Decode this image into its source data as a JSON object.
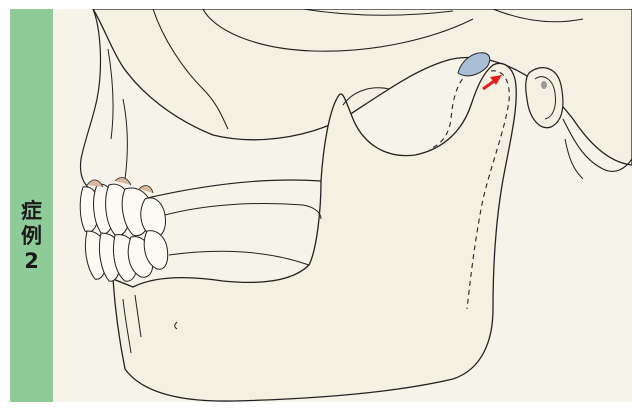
{
  "case_label": {
    "line1": "症",
    "line2": "例",
    "line3": "2"
  },
  "colors": {
    "side_band": "#8fcb98",
    "panel_background": "#f6f4e8",
    "bone_fill": "#f4f1e2",
    "outline": "#222222",
    "disc": "#a9bfd6",
    "tooth_gum": "#d9b8a0",
    "arrow": "#e0201e",
    "ear_dot": "#9a9a9a"
  },
  "icons": {
    "arrow": "red-arrow-icon"
  }
}
